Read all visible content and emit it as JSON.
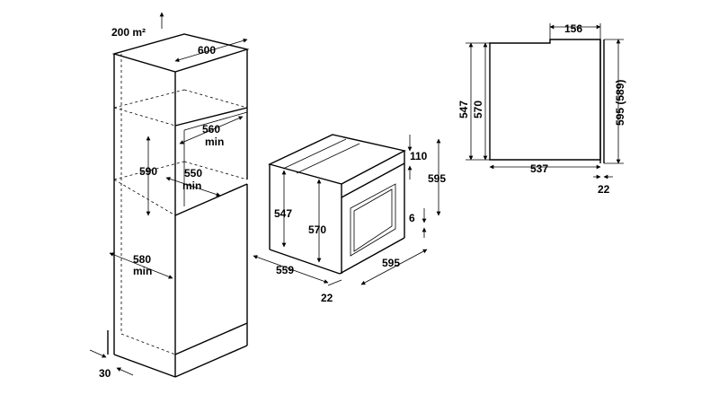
{
  "labels": {
    "area": "200 m²",
    "cab_width": "600",
    "niche_depth_min": "560",
    "niche_depth_min_unit": "min",
    "niche_height": "590",
    "niche_width_min": "550",
    "niche_width_min_unit": "min",
    "floor_height_min": "580",
    "floor_height_min_unit": "min",
    "plinth": "30",
    "oven_height": "547",
    "oven_front_height": "570",
    "oven_depth": "559",
    "oven_width": "595",
    "door_thickness": "22",
    "top_gap": "110",
    "total_height": "595",
    "bottom_gap": "6",
    "side_top_width": "156",
    "side_547": "547",
    "side_570": "570",
    "side_height": "595 (589)",
    "side_depth": "537",
    "side_door": "22"
  }
}
